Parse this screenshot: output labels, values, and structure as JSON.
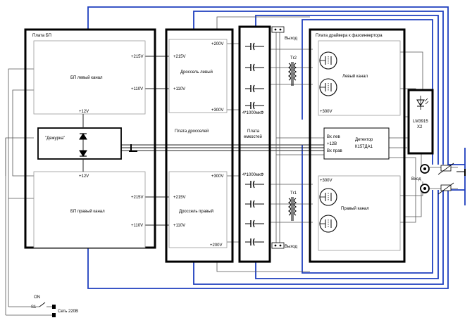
{
  "psu": {
    "title": "Плата БП",
    "left_channel": "БП левый канал",
    "right_channel": "БП правый канал",
    "plus215": "+215V",
    "plus110": "+110V",
    "plus12": "+12V",
    "standby": "\"Дежурка\""
  },
  "chokes": {
    "title": "Плата дросселей",
    "left": "Дроссель левый",
    "right": "Дроссель правый",
    "plus215": "+215V",
    "plus110": "+110V",
    "plus200": "+200V",
    "plus300": "+300V"
  },
  "caps": {
    "title_line1": "Плата",
    "title_line2": "емкостей",
    "value": "4*1000мкФ"
  },
  "output": {
    "label": "Выход",
    "t2": "Тr2",
    "t1": "Тr1"
  },
  "driver": {
    "title": "Плата драйвера к фазоинвертора",
    "left_channel": "Левый канал",
    "right_channel": "Правый канал",
    "plus300": "+300V",
    "det_in_left": "Вх лев",
    "det_plus12": "+12В",
    "det_in_right": "Вх прав",
    "detector": "Детектор",
    "detector_chip": "К157ДА1"
  },
  "indicator": {
    "part": "LM3915",
    "count": "X2"
  },
  "input": {
    "label": "Вход"
  },
  "mains": {
    "on": "ON",
    "switch": "S1",
    "network": "Сеть 220В"
  }
}
